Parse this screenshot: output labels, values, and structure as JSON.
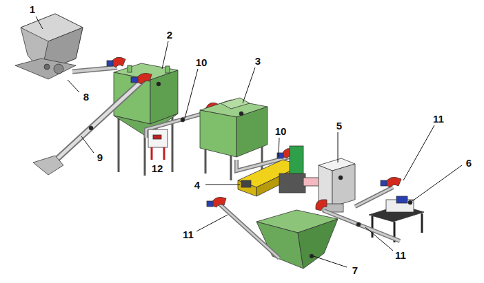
{
  "diagram": {
    "labels": [
      "1",
      "8",
      "2",
      "10",
      "3",
      "10",
      "5",
      "11",
      "6",
      "12",
      "9",
      "4",
      "11",
      "11",
      "7"
    ]
  }
}
